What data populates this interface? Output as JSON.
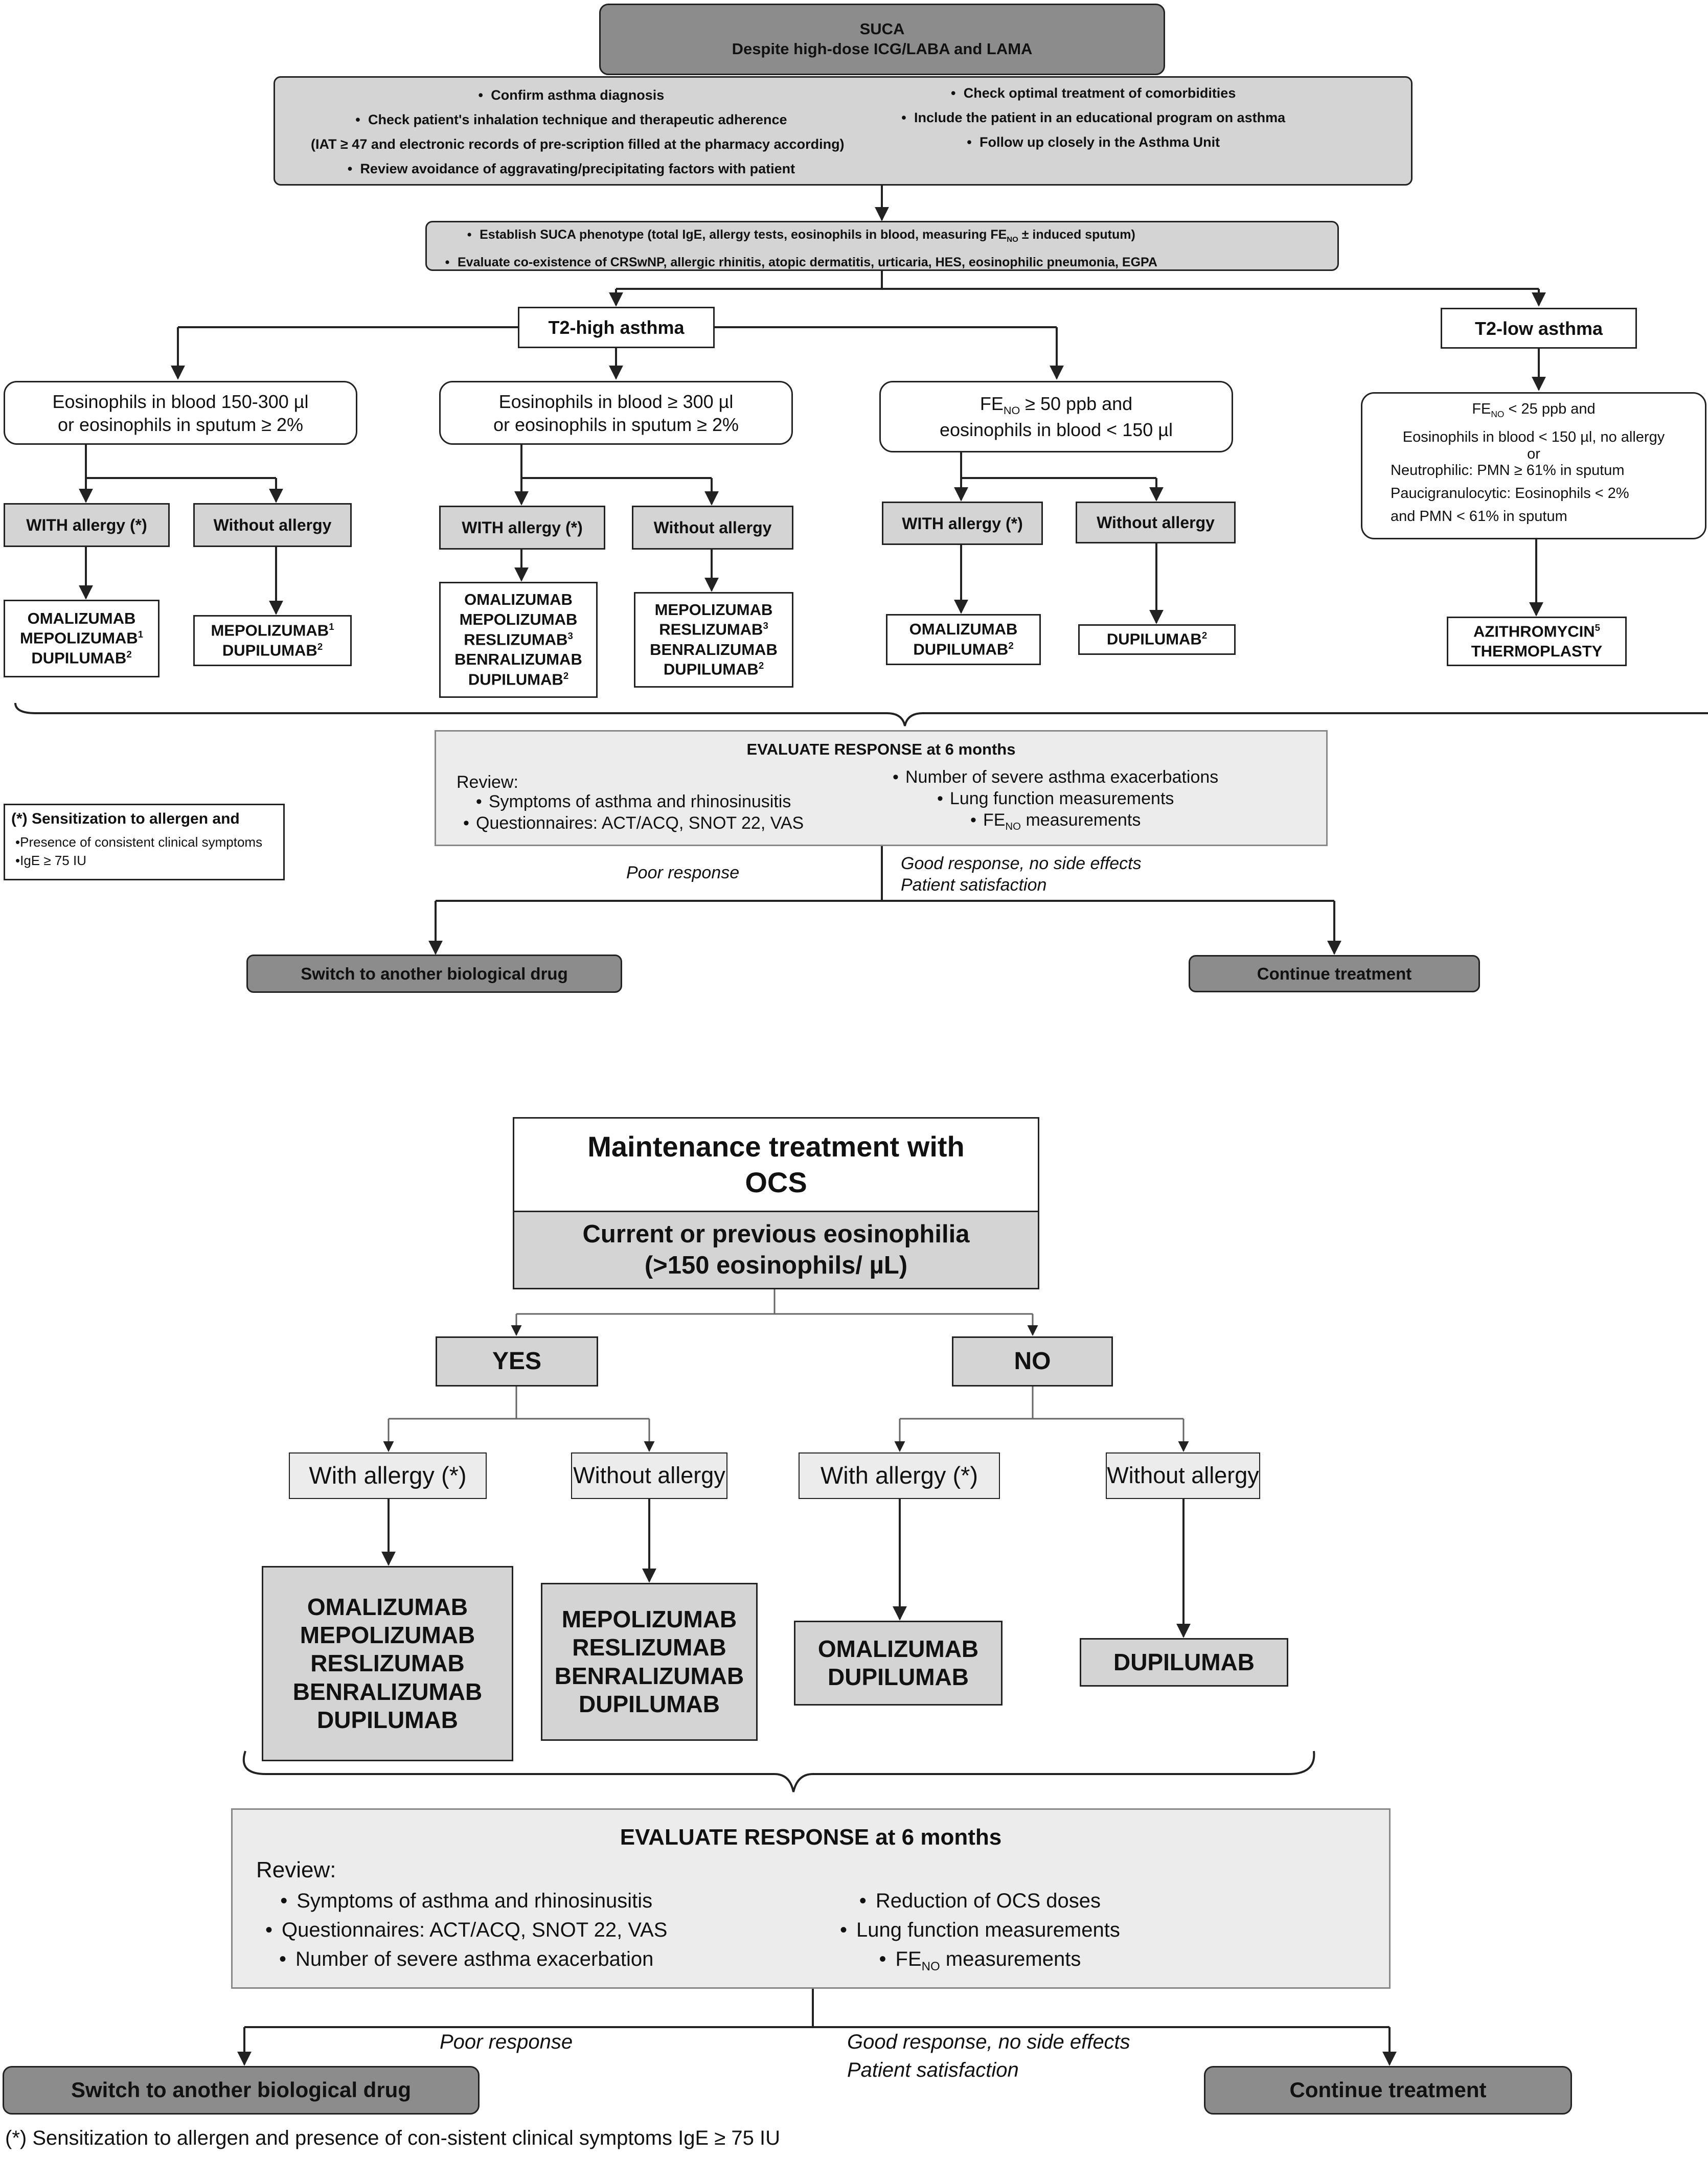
{
  "top": {
    "title": "SUCA",
    "subtitle": "Despite high-dose ICG/LABA and LAMA",
    "checks_left": [
      "Confirm asthma diagnosis",
      "Check patient's inhalation technique and therapeutic adherence",
      "Review avoidance of aggravating/precipitating factors with patient"
    ],
    "checks_left_note": "(IAT ≥ 47 and electronic records of pre-scription filled at the pharmacy according)",
    "checks_right": [
      "Check optimal treatment of comorbidities",
      "Include the patient in an educational program on asthma",
      "Follow up closely in the Asthma Unit"
    ],
    "phenotype_1_pre": "Establish SUCA phenotype (total IgE, allergy tests, eosinophils in blood, measuring FE",
    "phenotype_1_sub": "NO",
    "phenotype_1_post": " ± induced sputum)",
    "phenotype_2": "Evaluate co-existence of CRSwNP, allergic rhinitis, atopic dermatitis, urticaria, HES, eosinophilic pneumonia, EGPA",
    "t2_high": "T2-high asthma",
    "t2_low": "T2-low asthma",
    "crit_a_1": "Eosinophils in blood 150-300 µl",
    "crit_a_2": "or eosinophils in sputum ≥ 2%",
    "crit_b_1": "Eosinophils in blood ≥ 300 µl",
    "crit_b_2": "or eosinophils in sputum ≥ 2%",
    "crit_c_1_pre": "FE",
    "crit_c_1_sub": "NO",
    "crit_c_1_post": " ≥ 50 ppb and",
    "crit_c_2": "eosinophils in blood < 150 µl",
    "low_1_pre": "FE",
    "low_1_sub": "NO",
    "low_1_post": " < 25 ppb and",
    "low_2": "Eosinophils in blood < 150 µl, no allergy",
    "low_or": "or",
    "low_3": "Neutrophilic: PMN ≥ 61% in sputum",
    "low_4": "Paucigranulocytic: Eosinophils < 2%",
    "low_5": "and PMN < 61% in sputum",
    "with_allergy": "WITH allergy (*)",
    "without_allergy": "Without allergy",
    "drugs": {
      "omalizumab": "OMALIZUMAB",
      "mepolizumab": "MEPOLIZUMAB",
      "reslizumab": "RESLIZUMAB",
      "benralizumab": "BENRALIZUMAB",
      "dupilumab": "DUPILUMAB",
      "azithromycin": "AZITHROMYCIN",
      "thermoplasty": "THERMOPLASTY",
      "sup1": "1",
      "sup2": "2",
      "sup3": "3",
      "sup5": "5"
    },
    "evaluate_title": "EVALUATE RESPONSE at 6 months",
    "review": "Review:",
    "review_left": [
      "Symptoms of asthma and rhinosinusitis",
      "Questionnaires: ACT/ACQ, SNOT 22, VAS"
    ],
    "review_right_1": "Number of severe asthma exacerbations",
    "review_right_2": "Lung function measurements",
    "review_right_3_pre": "FE",
    "review_right_3_sub": "NO",
    "review_right_3_post": " measurements",
    "footnote_title": "(*) Sensitization to allergen and",
    "footnote_1": "Presence of consistent clinical symptoms",
    "footnote_2": "IgE ≥ 75 IU",
    "poor": "Poor response",
    "good_1": "Good response, no side effects",
    "good_2": "Patient satisfaction",
    "switch": "Switch to another biological drug",
    "continue": "Continue treatment"
  },
  "bottom": {
    "ocs_title_1": "Maintenance treatment with",
    "ocs_title_2": "OCS",
    "eos_1": "Current or previous eosinophilia",
    "eos_2": "(>150 eosinophils/ µL)",
    "yes": "YES",
    "no": "NO",
    "with_allergy": "With allergy (*)",
    "without_allergy": "Without allergy",
    "evaluate_title": "EVALUATE RESPONSE at 6 months",
    "review": "Review:",
    "review_left": [
      "Symptoms of asthma and rhinosinusitis",
      "Questionnaires: ACT/ACQ, SNOT 22, VAS",
      "Number of severe asthma exacerbation"
    ],
    "review_right_1": "Reduction of OCS doses",
    "review_right_2": "Lung function measurements",
    "review_right_3_pre": "FE",
    "review_right_3_sub": "NO",
    "review_right_3_post": " measurements",
    "poor": "Poor response",
    "good_1": "Good response, no side effects",
    "good_2": "Patient satisfaction",
    "switch": "Switch to another biological drug",
    "continue": "Continue treatment",
    "footnote": "(*) Sensitization to allergen and presence of con-sistent clinical symptoms IgE ≥ 75 IU"
  }
}
